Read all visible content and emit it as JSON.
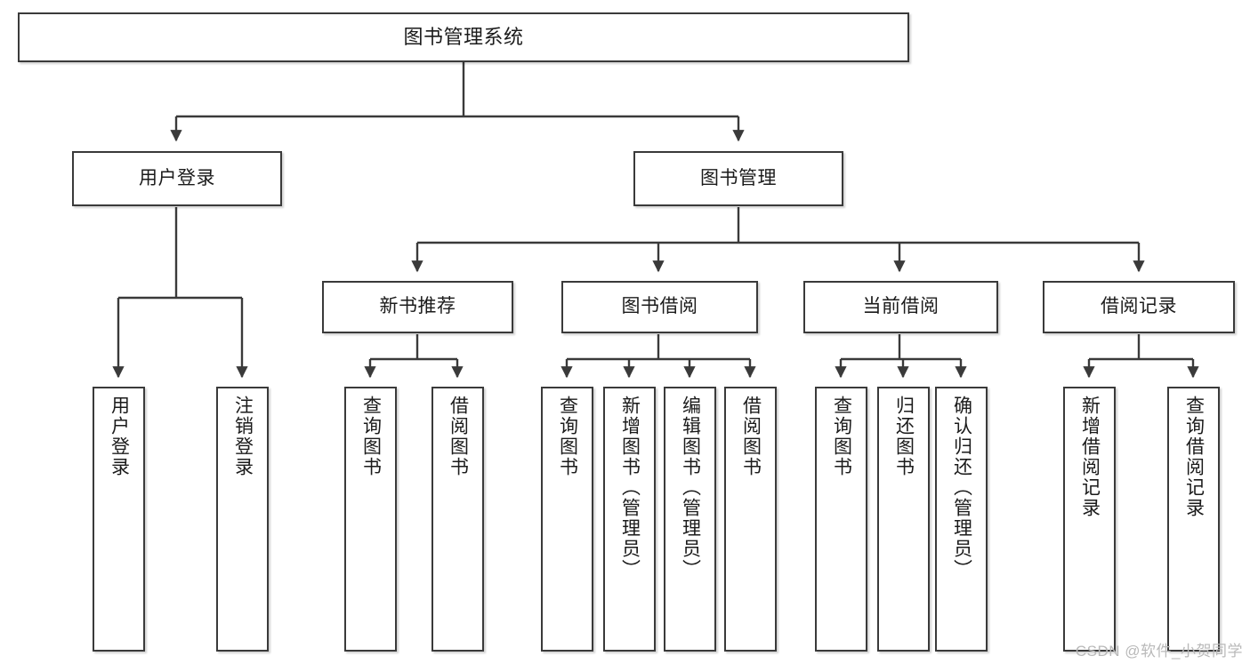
{
  "diagram": {
    "title": "图书管理系统",
    "type": "tree",
    "watermark": "CSDN @软件_小贺同学",
    "colors": {
      "box_border": "#3a3a3a",
      "box_fill": "#ffffff",
      "connector": "#3a3a3a",
      "text": "#1b1b1b",
      "watermark": "#b9b9b9"
    },
    "nodes": {
      "root": {
        "label": "图书管理系统"
      },
      "level2": [
        {
          "id": "user-login",
          "label": "用户登录"
        },
        {
          "id": "book-management",
          "label": "图书管理"
        }
      ],
      "level3": [
        {
          "id": "new-book-recommend",
          "label": "新书推荐"
        },
        {
          "id": "book-borrow",
          "label": "图书借阅"
        },
        {
          "id": "current-borrow",
          "label": "当前借阅"
        },
        {
          "id": "borrow-record",
          "label": "借阅记录"
        }
      ],
      "leaves": {
        "user-login": [
          {
            "id": "leaf-user-login",
            "label": "用户登录"
          },
          {
            "id": "leaf-logout-login",
            "label": "注销登录"
          }
        ],
        "new-book-recommend": [
          {
            "id": "leaf-query-book-1",
            "label": "查询图书"
          },
          {
            "id": "leaf-borrow-book-1",
            "label": "借阅图书"
          }
        ],
        "book-borrow": [
          {
            "id": "leaf-query-book-2",
            "label": "查询图书"
          },
          {
            "id": "leaf-add-book-admin",
            "label": "新增图书（管理员）"
          },
          {
            "id": "leaf-edit-book-admin",
            "label": "编辑图书（管理员）"
          },
          {
            "id": "leaf-borrow-book-2",
            "label": "借阅图书"
          }
        ],
        "current-borrow": [
          {
            "id": "leaf-query-book-3",
            "label": "查询图书"
          },
          {
            "id": "leaf-return-book",
            "label": "归还图书"
          },
          {
            "id": "leaf-confirm-return-admin",
            "label": "确认归还（管理员）"
          }
        ],
        "borrow-record": [
          {
            "id": "leaf-add-borrow-record",
            "label": "新增借阅记录"
          },
          {
            "id": "leaf-query-borrow-record",
            "label": "查询借阅记录"
          }
        ]
      }
    }
  }
}
